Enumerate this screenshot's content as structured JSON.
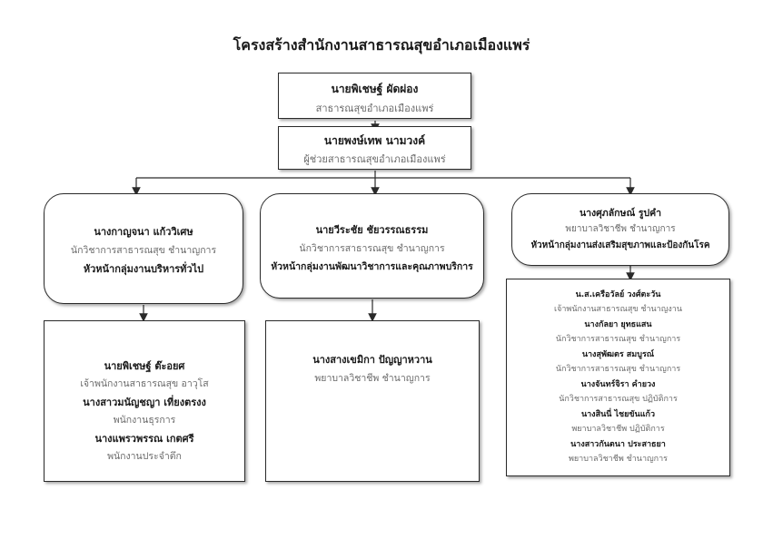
{
  "title": "โครงสร้างสำนักงานสาธารณสุขอำเภอเมืองแพร่",
  "head": {
    "name": "นายพิเชษฐ์   ผัดผ่อง",
    "position": "สาธารณสุขอำเภอเมืองแพร่"
  },
  "deputy": {
    "name": "นายพงษ์เทพ  นามวงค์",
    "position": "ผู้ช่วยสาธารณสุขอำเภอเมืองแพร่"
  },
  "groups": [
    {
      "name": "นางกาญจนา  แก้ววิเศษ",
      "position": "นักวิชาการสาธารณสุข ชำนาญการ",
      "role": "หัวหน้ากลุ่มงานบริหารทั่วไป"
    },
    {
      "name": "นายวีระชัย  ชัยวรรณธรรม",
      "position": "นักวิชาการสาธารณสุข ชำนาญการ",
      "role": "หัวหน้ากลุ่มงานพัฒนาวิชาการและคุณภาพบริการ"
    },
    {
      "name": "นางศุภลักษณ์  รูปคำ",
      "position": "พยาบาลวิชาชีพ ชำนาญการ",
      "role": "หัวหน้ากลุ่มงานส่งเสริมสุขภาพและป้องกันโรค"
    }
  ],
  "staff_left": [
    {
      "name": "นายพิเชษฐ์  ต๊ะอยศ",
      "position": "เจ้าพนักงานสาธารณสุข อาวุโส"
    },
    {
      "name": "นางสาวมนัญชญา  เที่ยงตรงง",
      "position": "พนักงานธุรการ"
    },
    {
      "name": "นางแพรวพรรณ เกตศรี",
      "position": "พนักงานประจำตึก"
    }
  ],
  "staff_mid": [
    {
      "name": "นางสางเขมิกา  ปัญญาหวาน",
      "position": "พยาบาลวิชาชีพ ชำนาญการ"
    }
  ],
  "staff_right": [
    {
      "name": "น.ส.เครือวัลย์ วงศ์ตะวัน",
      "position": "เจ้าพนักงานสาธารณสุข ชำนาญงาน"
    },
    {
      "name": "นางกัลยา  ยุทธแสน",
      "position": "นักวิชาการสาธารณสุข ชำนาญการ"
    },
    {
      "name": "นางสุพัฒตร  สมบูรณ์",
      "position": "นักวิชาการสาธารณสุข ชำนาญการ"
    },
    {
      "name": "นางจันทร์จิรา  คำยวง",
      "position": "นักวิชาการสาธารณสุข ปฏิบัติการ"
    },
    {
      "name": "นางสินนี่   ไชยขันแก้ว",
      "position": "พยาบาลวิชาชีพ ปฏิบัติการ"
    },
    {
      "name": "นางสาวกันตนา  ประสาธยา",
      "position": "พยาบาลวิชาชีพ ชำนาญการ"
    }
  ]
}
